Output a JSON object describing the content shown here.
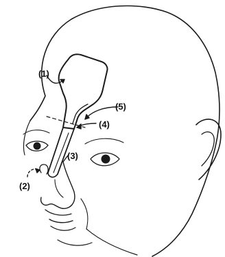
{
  "figure": {
    "labels": {
      "one": "(1)",
      "two": "(2)",
      "three": "(3)",
      "four": "(4)",
      "five": "(5)"
    },
    "colors": {
      "line": "#1a1a1a",
      "background": "#ffffff"
    }
  }
}
